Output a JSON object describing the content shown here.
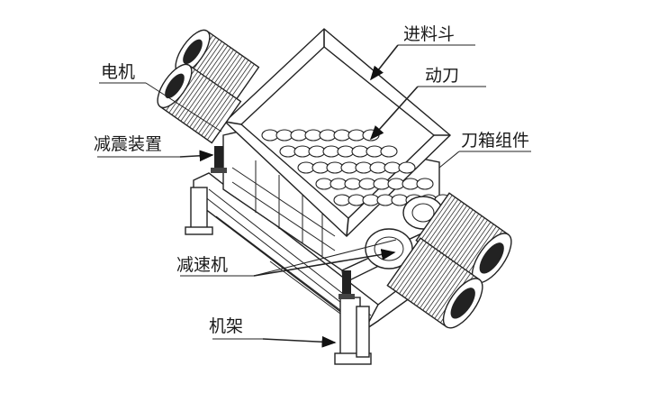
{
  "labels": {
    "hopper": "进料斗",
    "moving_blade": "动刀",
    "motor": "电机",
    "damping_device": "减震装置",
    "blade_box_assembly": "刀箱组件",
    "reducer": "减速机",
    "frame": "机架"
  }
}
